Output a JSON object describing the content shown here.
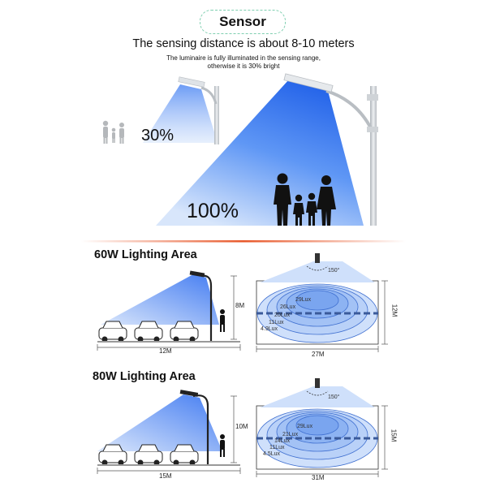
{
  "sensor": {
    "badge": "Sensor",
    "headline": "The sensing distance is about 8-10 meters",
    "subline_1": "The luminaire is fully illuminated in the sensing range,",
    "subline_2": "otherwise it is 30% bright",
    "dim_percent": "30%",
    "full_percent": "100%"
  },
  "area_60w": {
    "title": "60W Lighting Area",
    "pole_height": "8M",
    "ground_width": "12M",
    "angle": "150°",
    "lux_levels": [
      "29Lux",
      "26Lux",
      "20Lux",
      "11Lux",
      "4.9Lux"
    ],
    "plan_width": "27M",
    "plan_depth": "12M"
  },
  "area_80w": {
    "title": "80W Lighting Area",
    "pole_height": "10M",
    "ground_width": "15M",
    "angle": "150°",
    "lux_levels": [
      "29Lux",
      "21Lux",
      "14Lux",
      "11Lux",
      "4.5Lux"
    ],
    "plan_width": "31M",
    "plan_depth": "15M"
  },
  "colors": {
    "light_cone": "#2f6ef0",
    "divider": "#e8582a",
    "badge_border": "#7fcfb0",
    "pole": "#c8cdd2"
  }
}
